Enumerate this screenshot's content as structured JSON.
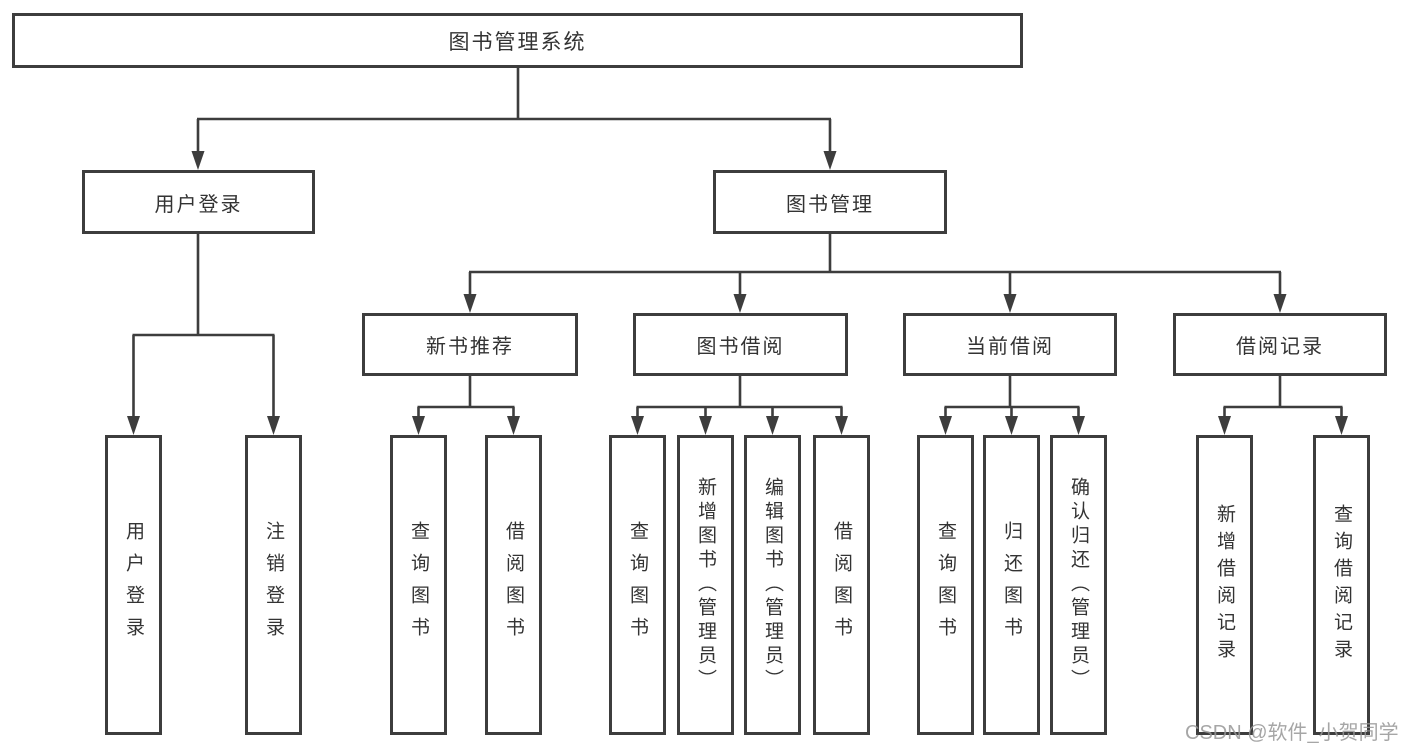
{
  "diagram": {
    "title": "图书管理系统",
    "root": {
      "label": "图书管理系统"
    },
    "level1": [
      {
        "label": "用户登录"
      },
      {
        "label": "图书管理"
      }
    ],
    "level2": [
      {
        "label": "新书推荐"
      },
      {
        "label": "图书借阅"
      },
      {
        "label": "当前借阅"
      },
      {
        "label": "借阅记录"
      }
    ],
    "leaves": [
      {
        "label": "用户登录"
      },
      {
        "label": "注销登录"
      },
      {
        "label": "查询图书"
      },
      {
        "label": "借阅图书"
      },
      {
        "label": "查询图书"
      },
      {
        "label": "新增图书（管理员）"
      },
      {
        "label": "编辑图书（管理员）"
      },
      {
        "label": "借阅图书"
      },
      {
        "label": "查询图书"
      },
      {
        "label": "归还图书"
      },
      {
        "label": "确认归还（管理员）"
      },
      {
        "label": "新增借阅记录"
      },
      {
        "label": "查询借阅记录"
      }
    ],
    "colors": {
      "line": "#3d3d3d",
      "text": "#333333",
      "background": "#ffffff",
      "watermark": "#969696"
    },
    "watermark": "CSDN @软件_小贺同学"
  }
}
